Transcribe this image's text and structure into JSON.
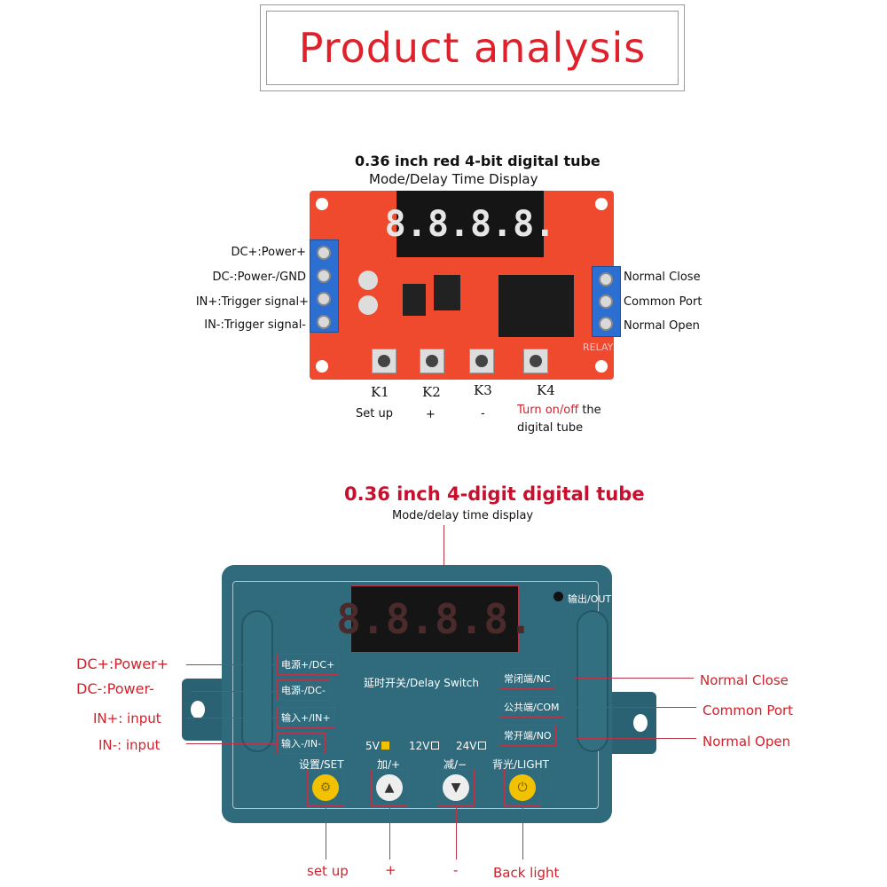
{
  "header": {
    "title": "Product analysis"
  },
  "module1": {
    "title": "0.36 inch red 4-bit digital tube",
    "subtitle": "Mode/Delay Time Display",
    "display": "8.8.8.8.",
    "relay_text": "RELAY",
    "left_labels": [
      "DC+:Power+",
      "DC-:Power-/GND",
      "IN+:Trigger signal+",
      "IN-:Trigger signal-"
    ],
    "right_labels": [
      "Normal Close",
      "Common Port",
      "Normal Open"
    ],
    "keys": [
      {
        "name": "K1",
        "func": "Set up"
      },
      {
        "name": "K2",
        "func": "+"
      },
      {
        "name": "K3",
        "func": "-"
      },
      {
        "name": "K4",
        "func_red": "Turn on/off",
        "func": "the",
        "func2": "digital tube"
      }
    ]
  },
  "module2": {
    "title": "0.36 inch 4-digit digital tube",
    "subtitle": "Mode/delay time display",
    "display": "8.8.8.8.",
    "out_label": "输出/OUT",
    "center_label": "延时开关/Delay Switch",
    "terminal_labels": [
      "电源+/DC+",
      "电源-/DC-",
      "输入+/IN+",
      "输入-/IN-"
    ],
    "relay_labels": [
      "常闭端/NC",
      "公共端/COM",
      "常开端/NO"
    ],
    "voltages": [
      "5V",
      "12V",
      "24V"
    ],
    "voltage_selected": "5V",
    "voltage_selected_color": "#f2c200",
    "button_labels": [
      "设置/SET",
      "加/+",
      "减/−",
      "背光/LIGHT"
    ],
    "left_callouts": [
      "DC+:Power+",
      "DC-:Power-",
      "IN+: input",
      "IN-: input"
    ],
    "right_callouts": [
      "Normal Close",
      "Common Port",
      "Normal Open"
    ],
    "bottom_callouts": [
      "set up",
      "+",
      "-",
      "Back light"
    ],
    "icons": [
      "gear-icon",
      "up-arrow-icon",
      "down-arrow-icon",
      "power-icon"
    ]
  }
}
